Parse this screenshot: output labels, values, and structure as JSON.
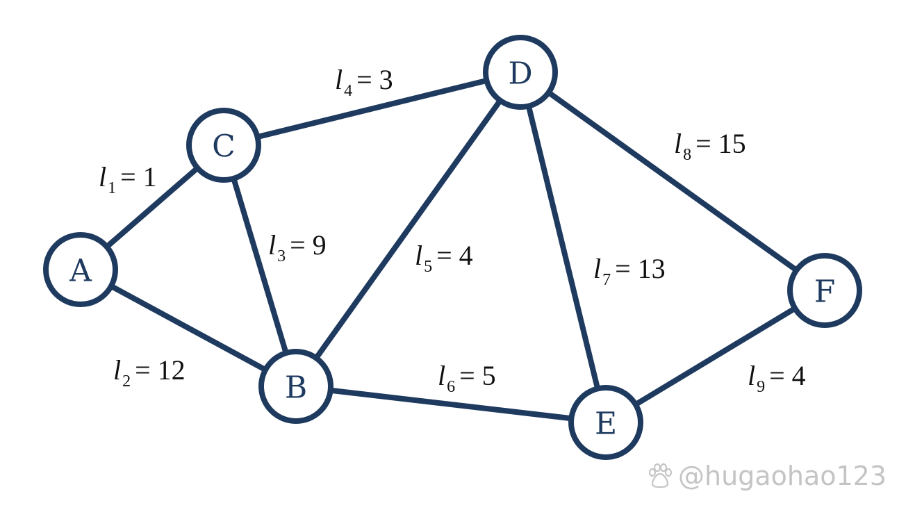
{
  "diagram": {
    "colors": {
      "stroke": "#1e3a5f",
      "node_text": "#1e3a5f",
      "edge_text": "#111111",
      "watermark": "#c4c4c4"
    },
    "nodes": [
      {
        "id": "A",
        "label": "A"
      },
      {
        "id": "B",
        "label": "B"
      },
      {
        "id": "C",
        "label": "C"
      },
      {
        "id": "D",
        "label": "D"
      },
      {
        "id": "E",
        "label": "E"
      },
      {
        "id": "F",
        "label": "F"
      }
    ],
    "edges": [
      {
        "from": "A",
        "to": "C",
        "var": "l",
        "sub": "1",
        "value": "1"
      },
      {
        "from": "A",
        "to": "B",
        "var": "l",
        "sub": "2",
        "value": "12"
      },
      {
        "from": "C",
        "to": "B",
        "var": "l",
        "sub": "3",
        "value": "9"
      },
      {
        "from": "C",
        "to": "D",
        "var": "l",
        "sub": "4",
        "value": "3"
      },
      {
        "from": "B",
        "to": "D",
        "var": "l",
        "sub": "5",
        "value": "4"
      },
      {
        "from": "B",
        "to": "E",
        "var": "l",
        "sub": "6",
        "value": "5"
      },
      {
        "from": "D",
        "to": "E",
        "var": "l",
        "sub": "7",
        "value": "13"
      },
      {
        "from": "D",
        "to": "F",
        "var": "l",
        "sub": "8",
        "value": "15"
      },
      {
        "from": "E",
        "to": "F",
        "var": "l",
        "sub": "9",
        "value": "4"
      }
    ]
  },
  "watermark": {
    "icon": "baidu-paw-icon",
    "text": "@hugaohao123"
  }
}
